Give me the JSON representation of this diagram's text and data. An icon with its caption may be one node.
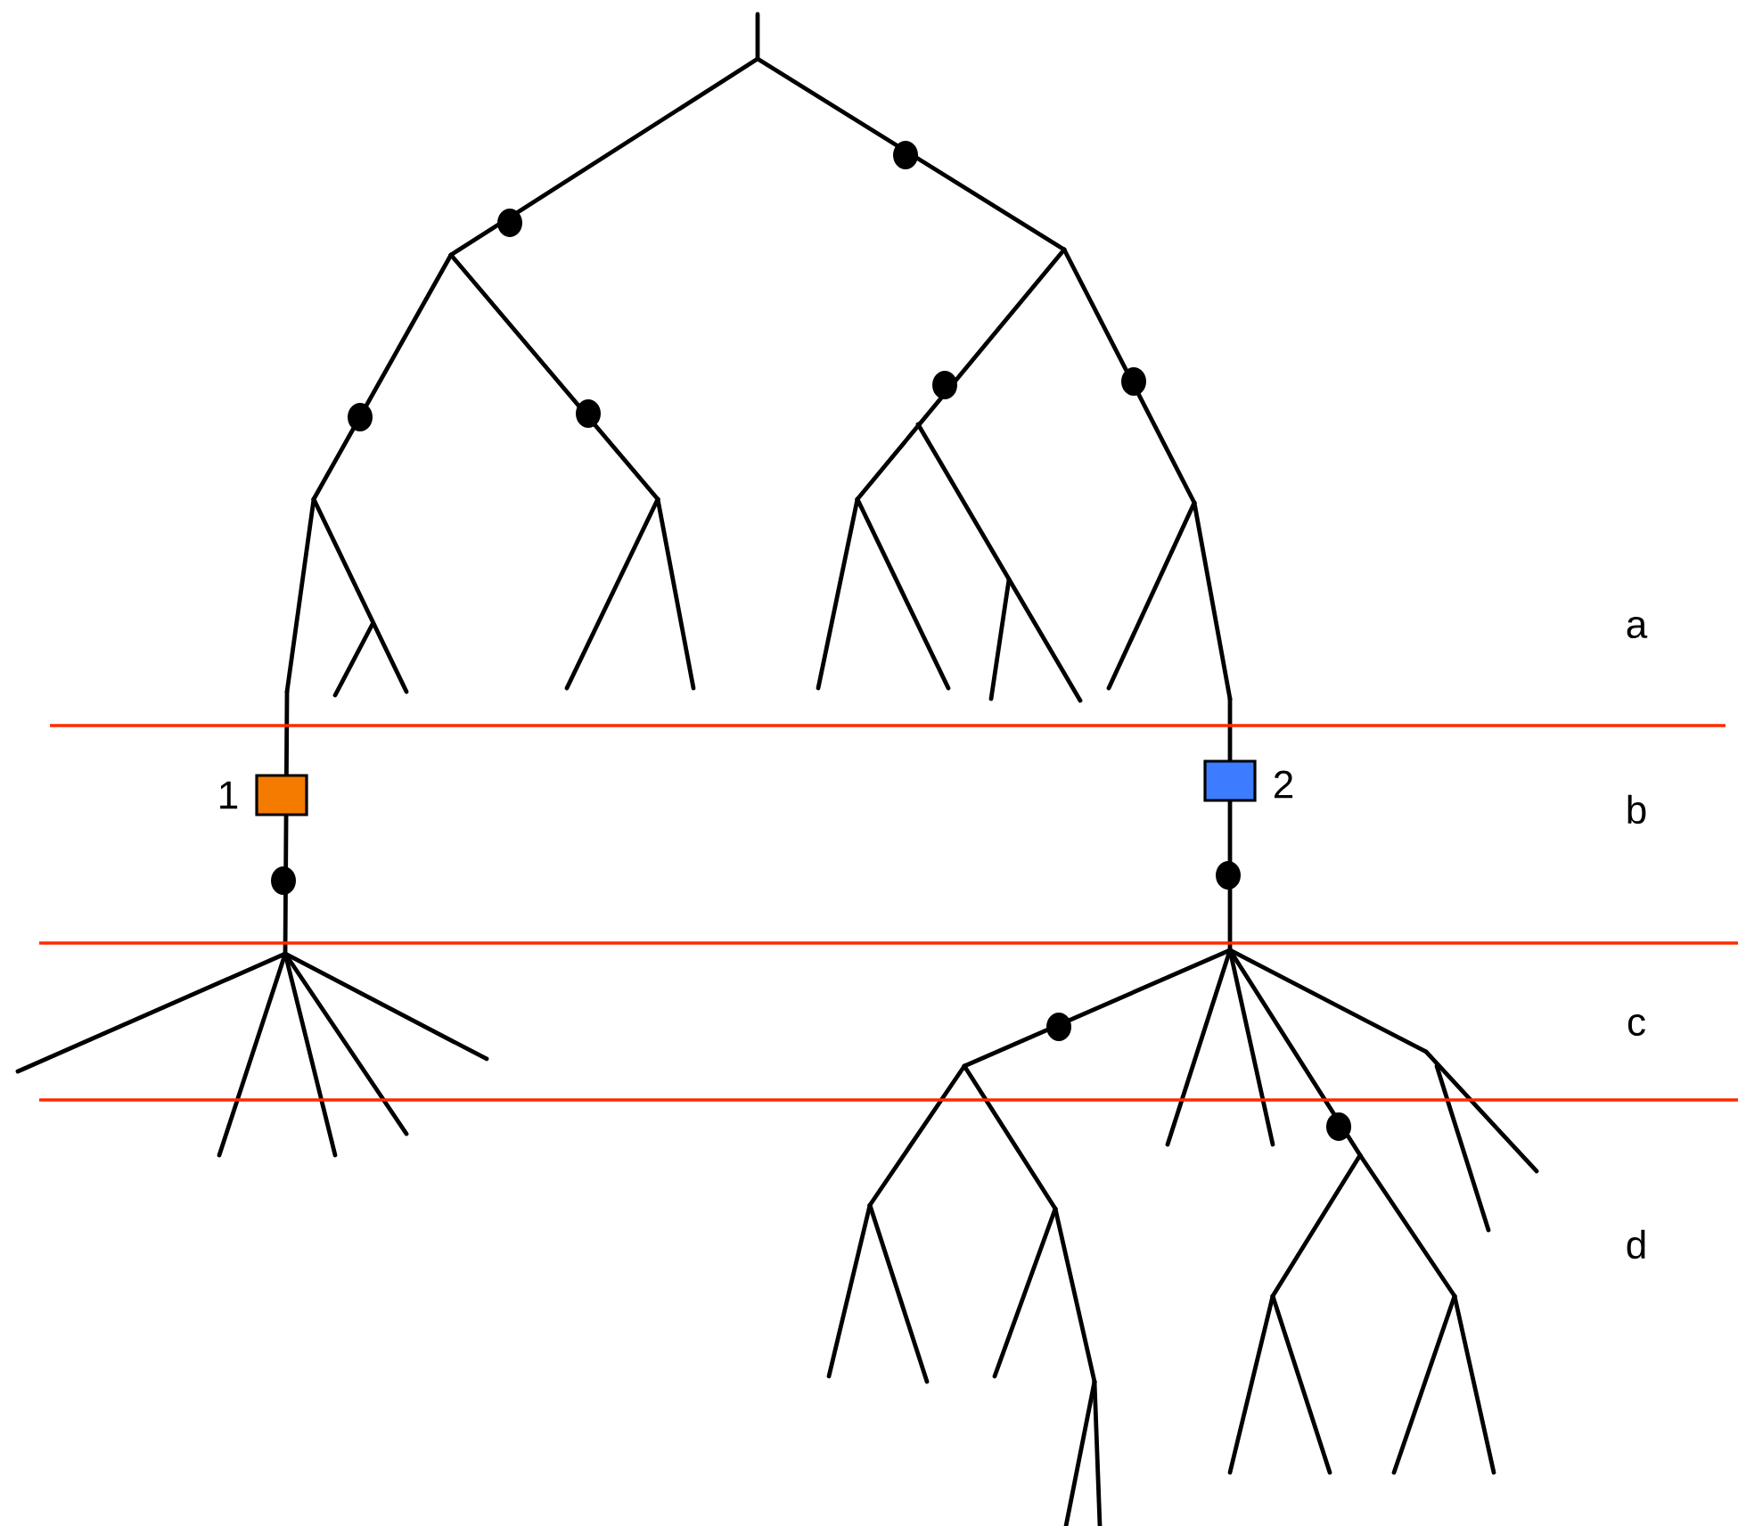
{
  "diagram": {
    "labels": [
      "a",
      "1",
      "2",
      "b",
      "c",
      "d"
    ]
  }
}
